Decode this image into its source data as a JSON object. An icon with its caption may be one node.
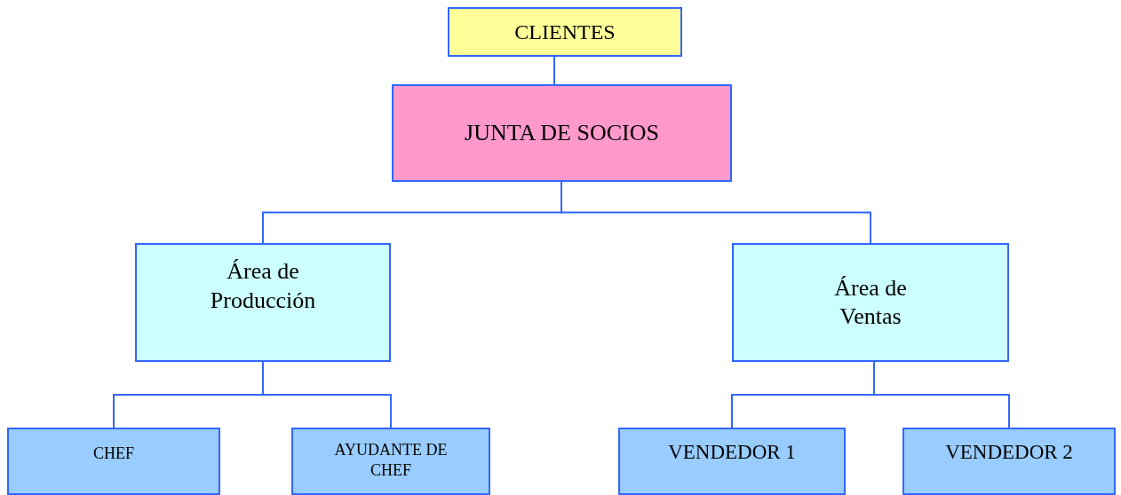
{
  "diagram": {
    "nodes": [
      {
        "text": [
          "CLIENTES"
        ]
      },
      {
        "text": [
          "JUNTA DE SOCIOS"
        ]
      },
      {
        "text": [
          "Área de Producción"
        ]
      },
      {
        "text": [
          "Área de Ventas"
        ]
      },
      {
        "text": [
          "CHEF"
        ]
      },
      {
        "text": [
          "AYUDANTE DE CHEF"
        ]
      },
      {
        "text": [
          "VENDEDOR 1"
        ]
      },
      {
        "text": [
          "VENDEDOR 2"
        ]
      }
    ],
    "edges": [
      {
        "from": 0,
        "to": 1,
        "arrow": "none"
      },
      {
        "from": 1,
        "to": 2,
        "arrow": "none"
      },
      {
        "from": 1,
        "to": 3,
        "arrow": "none"
      },
      {
        "from": 2,
        "to": 4,
        "arrow": "none"
      },
      {
        "from": 2,
        "to": 5,
        "arrow": "none"
      },
      {
        "from": 3,
        "to": 6,
        "arrow": "none"
      },
      {
        "from": 3,
        "to": 7,
        "arrow": "none"
      }
    ]
  }
}
